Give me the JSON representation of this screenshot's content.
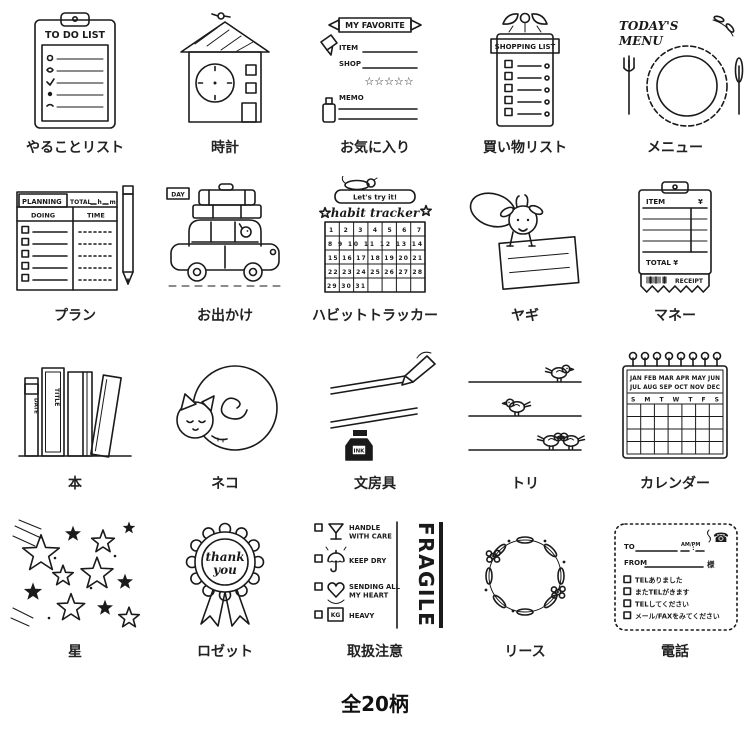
{
  "page": {
    "footer": "全20柄",
    "ink_color": "#1a1a1a",
    "background_color": "#ffffff"
  },
  "items": [
    {
      "name": "todo-list",
      "label": "やることリスト",
      "texts": {
        "title": "TO DO LIST"
      }
    },
    {
      "name": "clock",
      "label": "時計",
      "texts": {}
    },
    {
      "name": "favorite",
      "label": "お気に入り",
      "texts": {
        "title": "MY FAVORITE",
        "item": "ITEM",
        "shop": "SHOP",
        "stars": "☆☆☆☆☆",
        "memo": "MEMO"
      }
    },
    {
      "name": "shopping-list",
      "label": "買い物リスト",
      "texts": {
        "title": "SHOPPING LIST"
      }
    },
    {
      "name": "menu",
      "label": "メニュー",
      "texts": {
        "title1": "TODAY'S",
        "title2": "MENU"
      }
    },
    {
      "name": "plan",
      "label": "プラン",
      "texts": {
        "planning": "PLANNING",
        "total": "TOTAL",
        "hour": "h",
        "minute": "m",
        "doing": "DOING",
        "time": "TIME"
      }
    },
    {
      "name": "outing",
      "label": "お出かけ",
      "texts": {
        "day": "DAY"
      }
    },
    {
      "name": "habit-tracker",
      "label": "ハビットトラッカー",
      "texts": {
        "banner": "Let's try it!",
        "title": "habit tracker",
        "week1": "1 2 3 4 5 6 7",
        "week2": "8 9 10 11 12 13 14",
        "week3": "15 16 17 18 19 20 21",
        "week4": "22 23 24 25 26 27 28",
        "week5": "29 30 31"
      }
    },
    {
      "name": "goat",
      "label": "ヤギ",
      "texts": {}
    },
    {
      "name": "money",
      "label": "マネー",
      "texts": {
        "item": "ITEM",
        "yen": "¥",
        "total": "TOTAL ¥",
        "receipt": "RECEIPT"
      }
    },
    {
      "name": "books",
      "label": "本",
      "texts": {
        "date": "DATE",
        "title": "TITLE"
      }
    },
    {
      "name": "cat",
      "label": "ネコ",
      "texts": {}
    },
    {
      "name": "stationery",
      "label": "文房具",
      "texts": {
        "ink": "INK"
      }
    },
    {
      "name": "bird",
      "label": "トリ",
      "texts": {}
    },
    {
      "name": "calendar",
      "label": "カレンダー",
      "texts": {
        "months_top": "JAN FEB MAR APR MAY JUN",
        "months_bottom": "JUL AUG SEP OCT NOV DEC",
        "weekdays": "S M T W T F S"
      }
    },
    {
      "name": "stars",
      "label": "星",
      "texts": {}
    },
    {
      "name": "rosette",
      "label": "ロゼット",
      "texts": {
        "line1": "thank",
        "line2": "you"
      }
    },
    {
      "name": "handling-caution",
      "label": "取扱注意",
      "texts": {
        "row1a": "HANDLE",
        "row1b": "WITH CARE",
        "row2": "KEEP DRY",
        "row3a": "SENDING ALL",
        "row3b": "MY HEART",
        "kg": "KG",
        "row4": "HEAVY",
        "fragile": "FRAGILE"
      }
    },
    {
      "name": "wreath",
      "label": "リース",
      "texts": {}
    },
    {
      "name": "phone",
      "label": "電話",
      "texts": {
        "to": "TO",
        "ampm": "AM/PM",
        "colon": ":",
        "from": "FROM",
        "sama": "様",
        "memo1": "TELありました",
        "memo2": "またTELがきます",
        "memo3": "TELしてください",
        "memo4": "メール/FAXをみてください"
      }
    }
  ]
}
